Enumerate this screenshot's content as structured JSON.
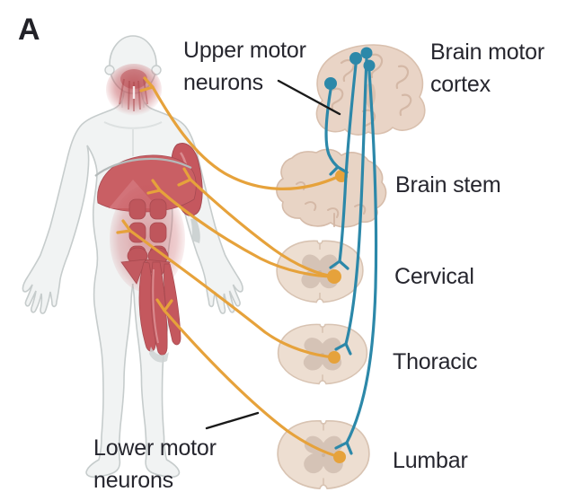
{
  "panel": {
    "label": "A"
  },
  "annotations": {
    "upper_motor_neurons": {
      "line1": "Upper motor",
      "line2": "neurons"
    },
    "lower_motor_neurons": {
      "line1": "Lower motor",
      "line2": "neurons"
    }
  },
  "regions": {
    "brain_motor_cortex": {
      "line1": "Brain motor",
      "line2": "cortex"
    },
    "brain_stem": "Brain stem",
    "cervical": "Cervical",
    "thoracic": "Thoracic",
    "lumbar": "Lumbar"
  },
  "colors": {
    "upper_motor_neuron": "#2C88A9",
    "lower_motor_neuron": "#E6A23B",
    "muscle": "#C5575E",
    "cns_tissue": "#EDDED1",
    "body_fill": "#F1F3F3",
    "text": "#26262E",
    "background": "#FFFFFF"
  }
}
